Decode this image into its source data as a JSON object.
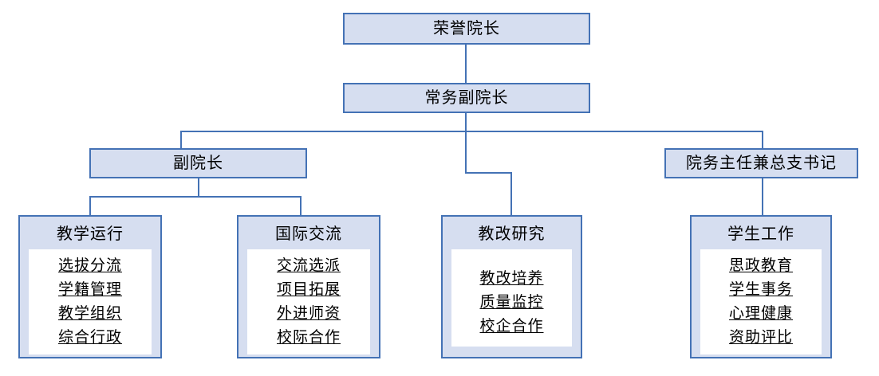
{
  "diagram": {
    "type": "organization-chart",
    "colors": {
      "box_fill": "#d6def0",
      "box_border": "#4472b5",
      "connector": "#4472b5",
      "panel_fill": "#ffffff",
      "text": "#000000"
    },
    "level1": {
      "label": "荣誉院长"
    },
    "level2": {
      "label": "常务副院长"
    },
    "level3": [
      {
        "label": "副院长"
      },
      {
        "label": "院务主任兼总支书记"
      }
    ],
    "departments": [
      {
        "label": "教学运行",
        "items": [
          "选拔分流",
          "学籍管理",
          "教学组织",
          "综合行政"
        ]
      },
      {
        "label": "国际交流",
        "items": [
          "交流选派",
          "项目拓展",
          "外进师资",
          "校际合作"
        ]
      },
      {
        "label": "教改研究",
        "items": [
          "教改培养",
          "质量监控",
          "校企合作"
        ]
      },
      {
        "label": "学生工作",
        "items": [
          "思政教育",
          "学生事务",
          "心理健康",
          "资助评比"
        ]
      }
    ]
  }
}
